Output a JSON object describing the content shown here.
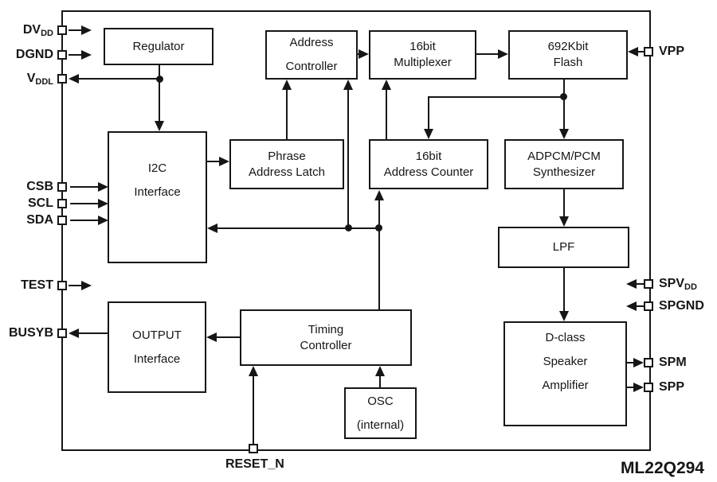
{
  "part_number": "ML22Q294",
  "blocks": {
    "regulator": {
      "lines": [
        "Regulator"
      ]
    },
    "address_controller": {
      "lines": [
        "Address",
        "Controller"
      ]
    },
    "multiplexer_16bit": {
      "lines": [
        "16bit",
        "Multiplexer"
      ]
    },
    "flash_692kbit": {
      "lines": [
        "692Kbit",
        "Flash"
      ]
    },
    "i2c_interface": {
      "lines": [
        "I2C",
        "Interface"
      ]
    },
    "phrase_address_latch": {
      "lines": [
        "Phrase",
        "Address Latch"
      ]
    },
    "address_counter_16bit": {
      "lines": [
        "16bit",
        "Address Counter"
      ]
    },
    "adpcm_pcm_synthesizer": {
      "lines": [
        "ADPCM/PCM",
        "Synthesizer"
      ]
    },
    "lpf": {
      "lines": [
        "LPF"
      ]
    },
    "output_interface": {
      "lines": [
        "OUTPUT",
        "Interface"
      ]
    },
    "timing_controller": {
      "lines": [
        "Timing",
        "Controller"
      ]
    },
    "osc_internal": {
      "lines": [
        "OSC",
        "(internal)"
      ]
    },
    "d_class_speaker_amplifier": {
      "lines": [
        "D-class",
        "Speaker",
        "Amplifier"
      ]
    }
  },
  "pins": {
    "dvdd": {
      "text": "DV",
      "sub": "DD"
    },
    "dgnd": {
      "text": "DGND",
      "sub": ""
    },
    "vddl": {
      "text": "V",
      "sub": "DDL"
    },
    "csb": {
      "text": "CSB",
      "sub": ""
    },
    "scl": {
      "text": "SCL",
      "sub": ""
    },
    "sda": {
      "text": "SDA",
      "sub": ""
    },
    "test": {
      "text": "TEST",
      "sub": ""
    },
    "busyb": {
      "text": "BUSYB",
      "sub": ""
    },
    "reset_n": {
      "text": "RESET_N",
      "sub": ""
    },
    "vpp": {
      "text": "VPP",
      "sub": ""
    },
    "spvdd": {
      "text": "SPV",
      "sub": "DD"
    },
    "spgnd": {
      "text": "SPGND",
      "sub": ""
    },
    "spm": {
      "text": "SPM",
      "sub": ""
    },
    "spp": {
      "text": "SPP",
      "sub": ""
    }
  },
  "colors": {
    "line": "#161616",
    "background": "#ffffff"
  }
}
